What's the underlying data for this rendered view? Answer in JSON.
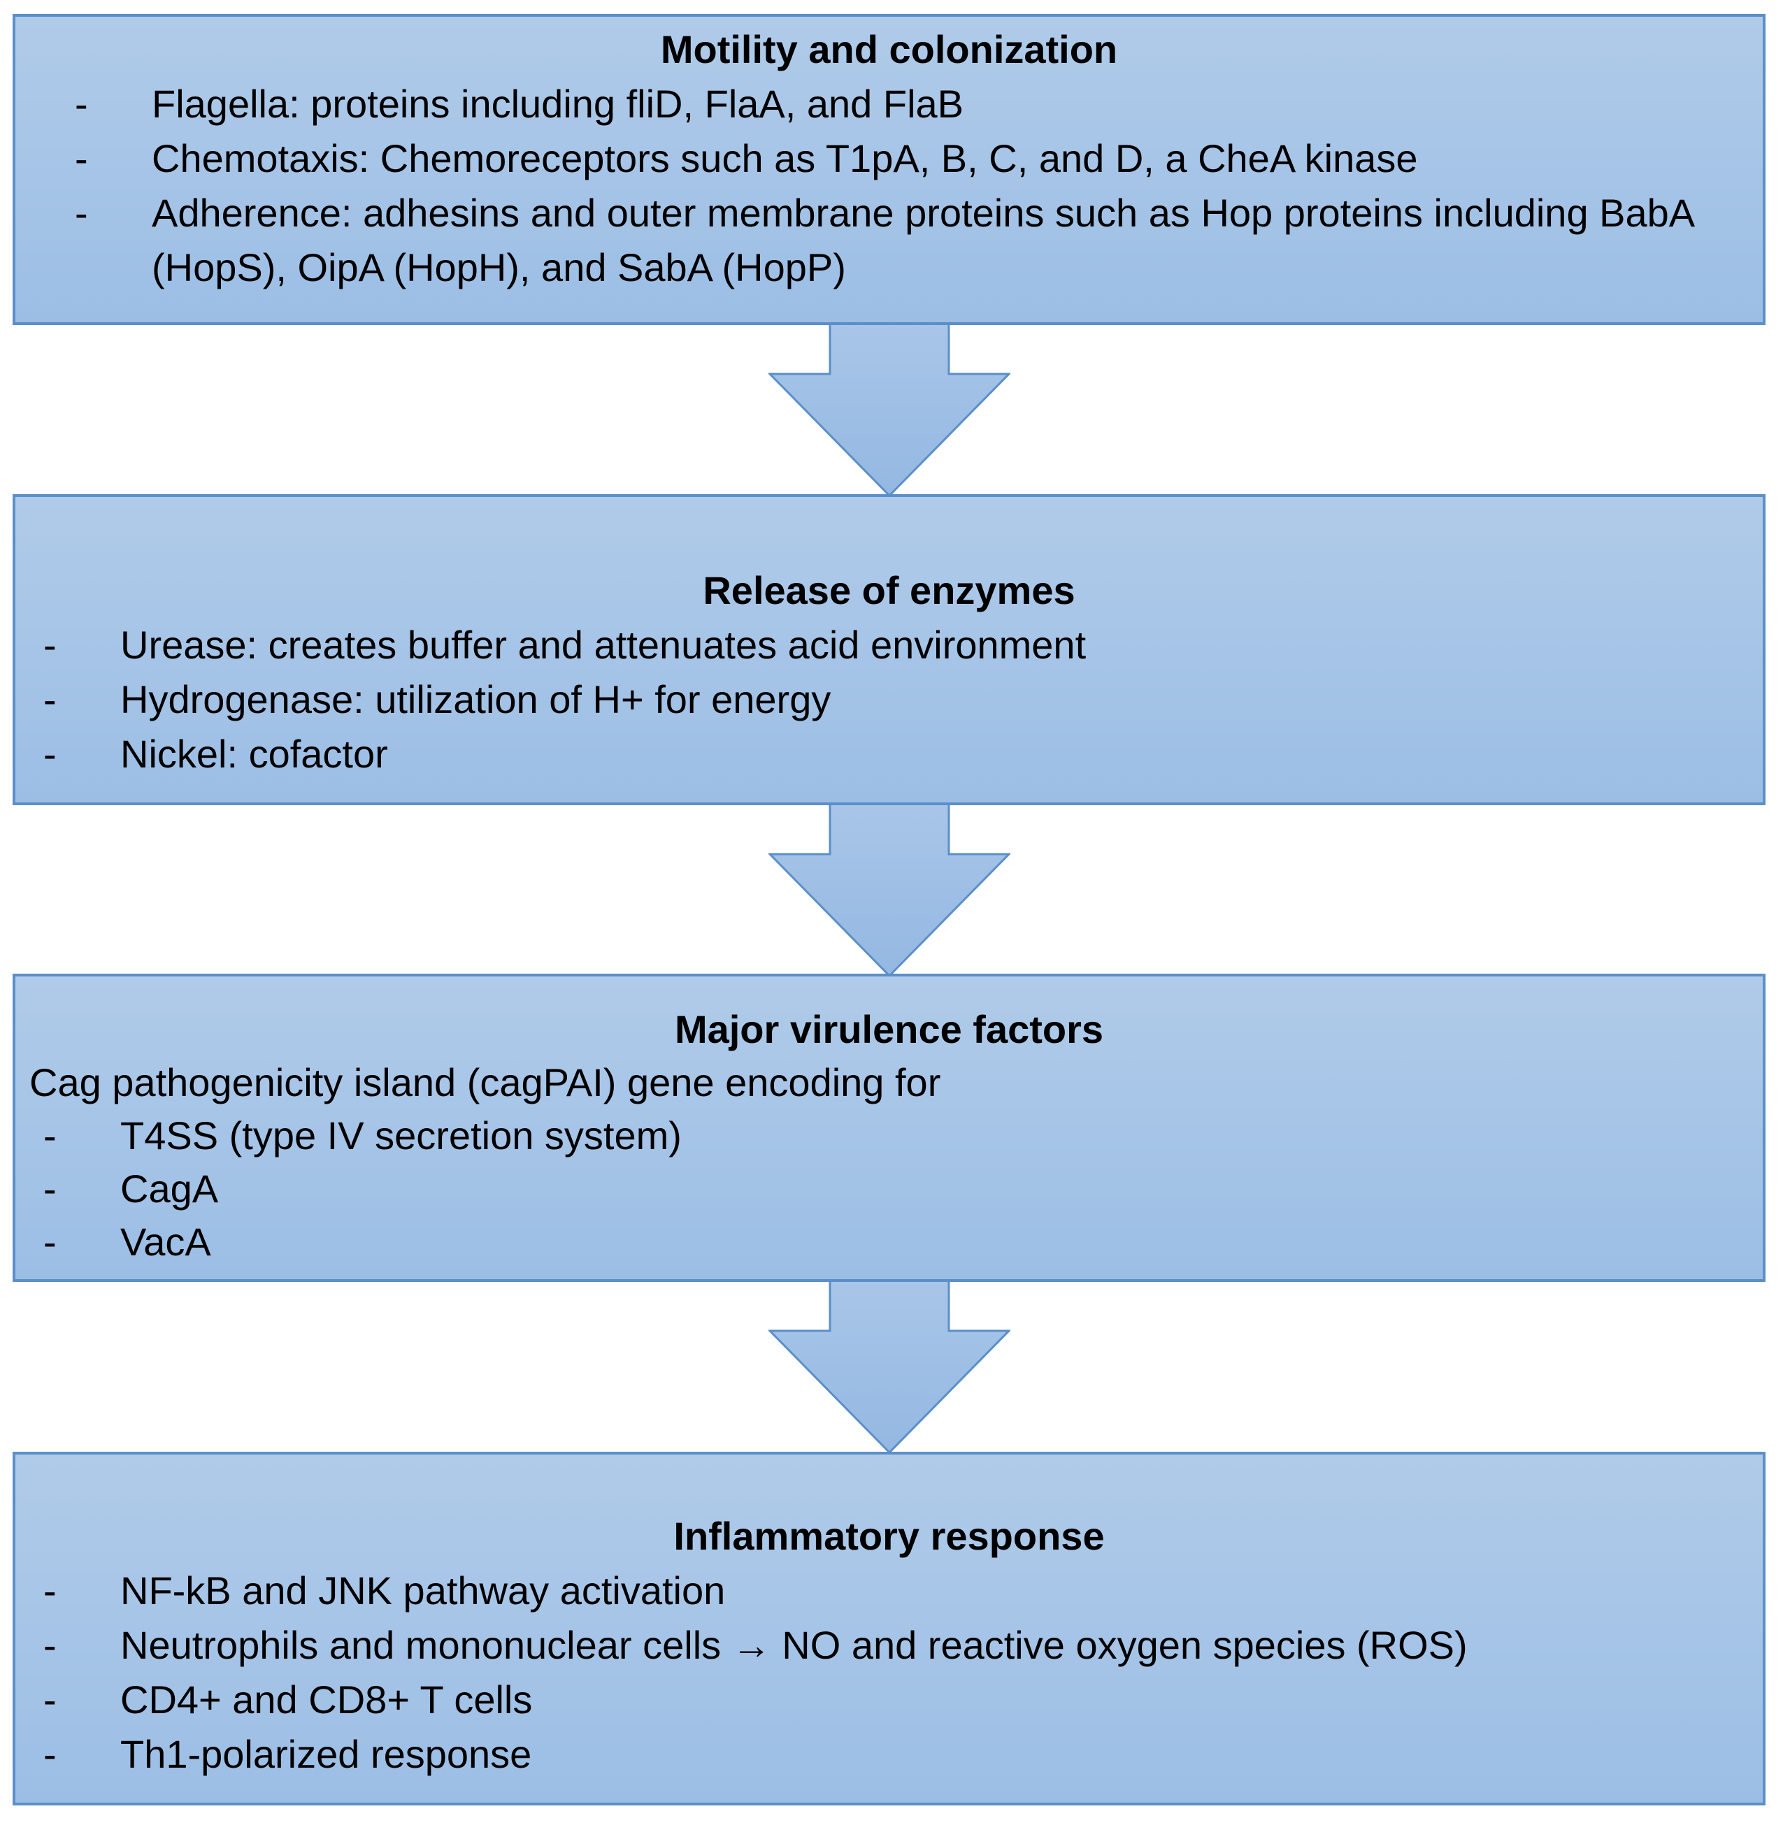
{
  "diagram": {
    "type": "flowchart",
    "direction": "top-down",
    "bullet_marker": "-"
  },
  "colors": {
    "box_fill_top": "#b0cbe9",
    "box_fill_bottom": "#9cbee5",
    "arrow_fill_top": "#a9c6e8",
    "arrow_fill_bottom": "#94b8e2",
    "border": "#5b8fc9",
    "text": "#000000",
    "background": "#ffffff"
  },
  "boxes": [
    {
      "title": "Motility and colonization",
      "bullets": [
        "Flagella: proteins including fliD, FlaA, and FlaB",
        "Chemotaxis: Chemoreceptors such as T1pA, B, C, and D, a CheA kinase",
        "Adherence: adhesins and outer membrane proteins such as Hop proteins including BabA (HopS), OipA (HopH), and SabA (HopP)"
      ]
    },
    {
      "title": "Release of enzymes",
      "bullets": [
        "Urease: creates buffer and attenuates acid environment",
        "Hydrogenase: utilization of H+ for energy",
        "Nickel: cofactor"
      ]
    },
    {
      "title": "Major virulence factors",
      "intro": "Cag pathogenicity island (cagPAI) gene encoding for",
      "bullets": [
        "T4SS (type IV secretion system)",
        "CagA",
        "VacA"
      ]
    },
    {
      "title": "Inflammatory response",
      "bullets": [
        "NF-kB and JNK pathway activation",
        "Neutrophils and mononuclear cells → NO and reactive oxygen species (ROS)",
        "CD4+ and CD8+ T cells",
        "Th1-polarized response"
      ]
    }
  ]
}
